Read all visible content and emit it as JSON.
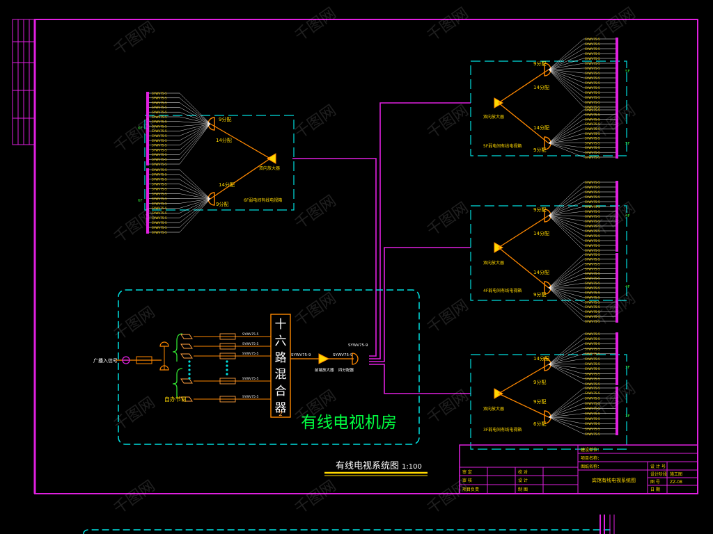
{
  "drawing": {
    "main_label": "有线电视系统图",
    "scale_label": "1:100",
    "room_label": "有线电视机房",
    "mixer_label": "十六路混合器",
    "mixer_suffix": "2",
    "input_label": "广播入信号",
    "self_program_label": "自办节目",
    "colors": {
      "frame": "#e020e0",
      "cable": "#ff8800",
      "box": "#00e0e0",
      "text_yellow": "#ffd800",
      "label_green": "#30e030",
      "title_green": "#00ff40",
      "white": "#ffffff",
      "amber": "#ffa040"
    }
  },
  "groups": [
    {
      "id": "top-left",
      "splitter_a": "9分配",
      "splitter_b": "14分配",
      "splitter_c": "14分配",
      "splitter_d": "9分配",
      "amp_label": "双向放大器",
      "floor_label": "6F弱电间有线电视箱",
      "side_labels": [
        "6F",
        "6F"
      ]
    },
    {
      "id": "right-1",
      "splitter_a": "9分配",
      "splitter_b": "14分配",
      "splitter_c": "14分配",
      "splitter_d": "9分配",
      "amp_label": "双向放大器",
      "floor_label": "5F弱电间有线电视箱",
      "side_labels": [
        "5F",
        "5F"
      ]
    },
    {
      "id": "right-2",
      "splitter_a": "9分配",
      "splitter_b": "14分配",
      "splitter_c": "14分配",
      "splitter_d": "9分配",
      "amp_label": "双向放大器",
      "floor_label": "4F弱电间有线电视箱",
      "side_labels": [
        "4F",
        "4F"
      ]
    },
    {
      "id": "right-3",
      "splitter_a": "14分配",
      "splitter_b": "9分配",
      "splitter_c": "9分配",
      "splitter_d": "6分配",
      "amp_label": "双向放大器",
      "floor_label": "3F弱电间有线电视箱",
      "side_labels": [
        "3F",
        "3F"
      ]
    }
  ],
  "outlet_label": "SYWV75-5",
  "head_end": {
    "amp_label": "前端放大器",
    "splitter_label": "四分配器",
    "cable_label": "SYWV75-9"
  },
  "title_block": {
    "rows": [
      "建设单位：",
      "项目名称：",
      "图纸名称："
    ],
    "drawing_name": "宾馆有线电视系统图",
    "left_cells": [
      "审 定",
      "审 核",
      "项目负责"
    ],
    "mid_cells": [
      "校 对",
      "设 计",
      "制 图"
    ],
    "right_keys": [
      "设 计 号",
      "设计阶段",
      "图 号",
      "日 期"
    ],
    "right_vals": [
      "",
      "施工图",
      "ZZ-08",
      ""
    ]
  },
  "watermark": "千图网"
}
